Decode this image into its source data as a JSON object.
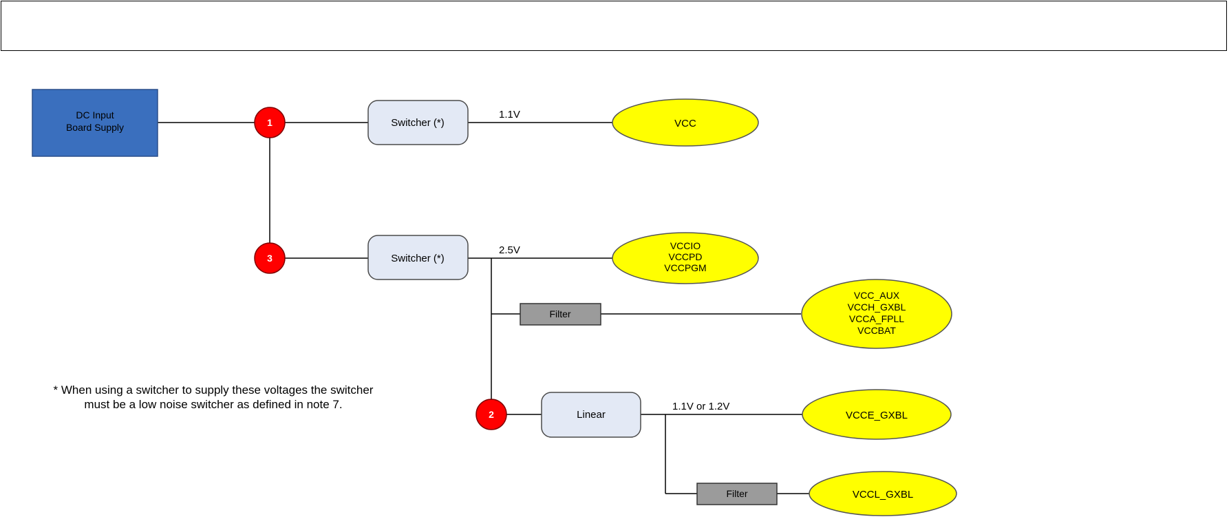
{
  "header": {
    "title": ""
  },
  "diagram": {
    "source": {
      "line1": "DC Input",
      "line2": "Board Supply"
    },
    "nodes": {
      "n1": "1",
      "n2": "2",
      "n3": "3"
    },
    "regulators": {
      "switcher_top": "Switcher (*)",
      "switcher_mid": "Switcher (*)",
      "linear": "Linear",
      "filter_top": "Filter",
      "filter_bottom": "Filter"
    },
    "voltages": {
      "v_top": "1.1V",
      "v_mid": "2.5V",
      "v_linear": "1.1V or 1.2V"
    },
    "rails": {
      "vcc": [
        "VCC"
      ],
      "io": [
        "VCCIO",
        "VCCPD",
        "VCCPGM"
      ],
      "aux": [
        "VCC_AUX",
        "VCCH_GXBL",
        "VCCA_FPLL",
        "VCCBAT"
      ],
      "vcce": [
        "VCCE_GXBL"
      ],
      "vccl": [
        "VCCL_GXBL"
      ]
    },
    "note": {
      "line1": "* When using a switcher to supply these voltages the switcher",
      "line2": "must be a low noise switcher as defined in note 7."
    },
    "colors": {
      "source_fill": "#3a6fbe",
      "node_fill": "#ff0000",
      "regulator_fill": "#e3e9f5",
      "filter_fill": "#9b9b9b",
      "rail_fill": "#ffff00"
    }
  }
}
